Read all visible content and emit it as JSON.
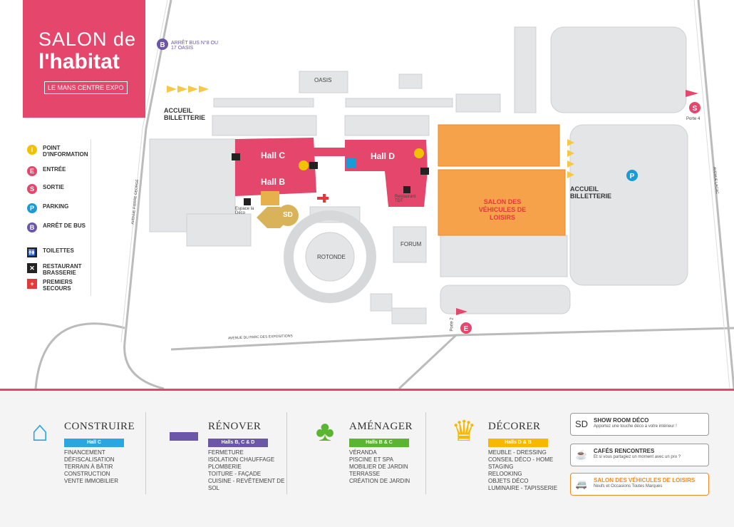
{
  "brand": {
    "line1": "SALON de",
    "line2": "l'habitat",
    "line3": "LE MANS CENTRE EXPO"
  },
  "legend": [
    {
      "icon": "info-icon",
      "label": "POINT D'INFORMATION",
      "color": "#f2c200",
      "glyph": "i"
    },
    {
      "icon": "entry-icon",
      "label": "ENTRÉE",
      "color": "#e5466b",
      "glyph": "E"
    },
    {
      "icon": "exit-icon",
      "label": "SORTIE",
      "color": "#e5466b",
      "glyph": "S"
    },
    {
      "icon": "parking-icon",
      "label": "PARKING",
      "color": "#1a9ad6",
      "glyph": "P"
    },
    {
      "icon": "bus-stop-icon",
      "label": "ARRÊT DE BUS",
      "color": "#6b56a8",
      "glyph": "B"
    },
    {
      "icon": "toilets-icon",
      "label": "TOILETTES",
      "color": "#222222",
      "glyph": "🚻"
    },
    {
      "icon": "restaurant-icon",
      "label": "RESTAURANT BRASSERIE",
      "color": "#222222",
      "glyph": "✕"
    },
    {
      "icon": "first-aid-icon",
      "label": "PREMIERS SECOURS",
      "color": "#e23a3a",
      "glyph": "+"
    }
  ],
  "map": {
    "bus_stop_label": "ARRÊT BUS N°8 OU 17 OASIS",
    "oasis": "OASIS",
    "hall_c": "Hall C",
    "hall_b": "Hall B",
    "hall_d": "Hall D",
    "accueil_left": "ACCUEIL BILLETTERIE",
    "accueil_right": "ACCUEIL BILLETTERIE",
    "rotonde": "ROTONDE",
    "forum": "FORUM",
    "salon_vehicules": "SALON DES VÉHICULES DE LOISIRS",
    "restaurant_tdt": "Restaurant TDT",
    "espace_deco": "Espace la Déco",
    "porte_2": "Porte 2",
    "porte_4": "Porte 4",
    "avenue_bottom": "AVENUE DU PARC DES EXPOSITIONS",
    "avenue_left": "AVENUE PIERRE GEORGE",
    "avenue_right": "AVENUE LACAC",
    "sd_logo": "SD"
  },
  "categories": [
    {
      "title": "CONSTRUIRE",
      "hall": "Hall C",
      "color": "#2aa6e0",
      "icon": "house-icon",
      "items": [
        "FINANCEMENT",
        "DÉFISCALISATION",
        "TERRAIN À BÂTIR",
        "CONSTRUCTION",
        "VENTE IMMOBILIER"
      ]
    },
    {
      "title": "RÉNOVER",
      "hall": "Halls B, C & D",
      "color": "#6b56a8",
      "icon": "paint-roller-icon",
      "items": [
        "FERMETURE",
        "ISOLATION CHAUFFAGE",
        "PLOMBERIE",
        "TOITURE - FAÇADE",
        "CUISINE - REVÊTEMENT DE SOL"
      ]
    },
    {
      "title": "AMÉNAGER",
      "hall": "Halls B & C",
      "color": "#5cb531",
      "icon": "tree-icon",
      "items": [
        "VÉRANDA",
        "PISCINE ET SPA",
        "MOBILIER DE JARDIN",
        "TERRASSE",
        "CRÉATION DE JARDIN"
      ]
    },
    {
      "title": "DÉCORER",
      "hall": "Halls D & B",
      "color": "#f6b800",
      "icon": "armchair-icon",
      "items": [
        "MEUBLE - DRESSING",
        "CONSEIL DÉCO - HOME STAGING",
        "RELOOKING",
        "OBJETS DÉCO",
        "LUMINAIRE - TAPISSERIE"
      ]
    }
  ],
  "promos": [
    {
      "title": "SHOW ROOM DÉCO",
      "sub": "Apportez une touche déco à votre intérieur !",
      "icon": "sd-logo-icon",
      "glyph": "SD",
      "color": "#333333"
    },
    {
      "title": "CAFÉS RENCONTRES",
      "sub": "Et si vous partagiez un moment avec un pro ?",
      "icon": "coffee-cup-icon",
      "glyph": "☕",
      "color": "#333333"
    },
    {
      "title": "SALON DES VÉHICULES DE LOISIRS",
      "sub": "Neufs et Occasions Toutes Marques",
      "icon": "camper-icon",
      "glyph": "🚐",
      "color": "#f08a24"
    }
  ]
}
